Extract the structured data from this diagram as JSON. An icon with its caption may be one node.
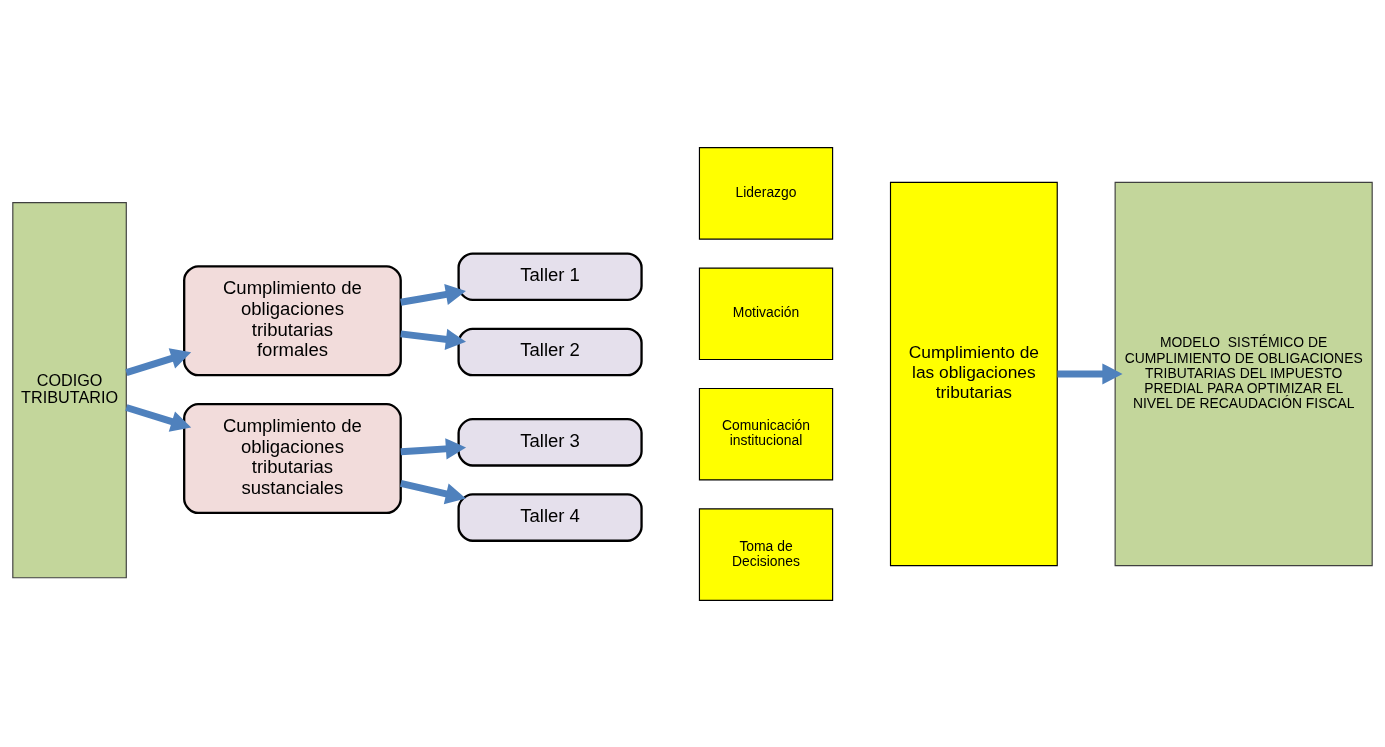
{
  "diagram": {
    "nodes": [
      {
        "text": [
          "CODIGO TRIBUTARIO"
        ]
      },
      {
        "text": [
          "Cumplimiento de obligaciones tributarias formales"
        ]
      },
      {
        "text": [
          "Taller 1"
        ]
      },
      {
        "text": [
          "Taller 2"
        ]
      },
      {
        "text": [
          "Cumplimiento de obligaciones tributarias sustanciales"
        ]
      },
      {
        "text": [
          "Taller 3"
        ]
      },
      {
        "text": [
          "Taller 4"
        ]
      },
      {
        "text": [
          "Liderazgo"
        ]
      },
      {
        "text": [
          "Motivación"
        ]
      },
      {
        "text": [
          "Comunicación institucional"
        ]
      },
      {
        "text": [
          "Toma de Decisiones"
        ]
      },
      {
        "text": [
          "Cumplimiento de las obligaciones tributarias"
        ]
      },
      {
        "text": [
          "MODELO  SISTÉMICO DE CUMPLIMIENTO DE OBLIGACIONES TRIBUTARIAS DEL IMPUESTO PREDIAL PARA OPTIMIZAR EL NIVEL DE RECAUDACIÓN FISCAL"
        ]
      }
    ],
    "edges": [
      {
        "from": 0,
        "to": 1,
        "arrow": "to"
      },
      {
        "from": 0,
        "to": 4,
        "arrow": "to"
      },
      {
        "from": 1,
        "to": 2,
        "arrow": "to"
      },
      {
        "from": 1,
        "to": 3,
        "arrow": "to"
      },
      {
        "from": 4,
        "to": 5,
        "arrow": "to"
      },
      {
        "from": 4,
        "to": 6,
        "arrow": "to"
      },
      {
        "from": 11,
        "to": 12,
        "arrow": "to"
      }
    ]
  }
}
